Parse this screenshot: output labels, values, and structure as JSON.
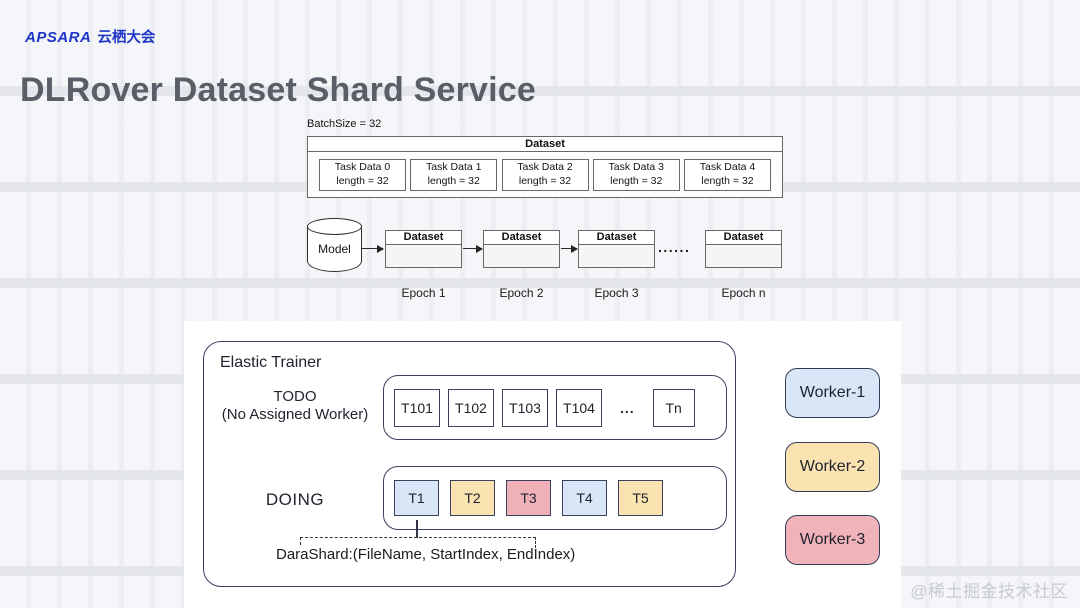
{
  "logo": {
    "apsara": "APSARA",
    "conference": "云栖大会"
  },
  "title": "DLRover Dataset Shard Service",
  "dataset_overview": {
    "batch_size_label": "BatchSize = 32",
    "container_title": "Dataset",
    "tasks": [
      {
        "name": "Task Data 0",
        "length": "length = 32"
      },
      {
        "name": "Task Data 1",
        "length": "length = 32"
      },
      {
        "name": "Task Data 2",
        "length": "length = 32"
      },
      {
        "name": "Task Data 3",
        "length": "length = 32"
      },
      {
        "name": "Task Data 4",
        "length": "length = 32"
      }
    ]
  },
  "epoch_flow": {
    "model_label": "Model",
    "dataset_label": "Dataset",
    "ellipsis": "......",
    "epochs": [
      "Epoch 1",
      "Epoch 2",
      "Epoch 3",
      "Epoch n"
    ]
  },
  "elastic_trainer": {
    "title": "Elastic Trainer",
    "todo_label_line1": "TODO",
    "todo_label_line2": "(No Assigned Worker)",
    "todo_tasks": [
      "T101",
      "T102",
      "T103",
      "T104"
    ],
    "todo_ellipsis": "...",
    "todo_last_task": "Tn",
    "doing_label": "DOING",
    "doing_tasks": [
      {
        "label": "T1",
        "color": "#d9e6f8"
      },
      {
        "label": "T2",
        "color": "#fbe2b1"
      },
      {
        "label": "T3",
        "color": "#f0b0b7"
      },
      {
        "label": "T4",
        "color": "#d9e6f8"
      },
      {
        "label": "T5",
        "color": "#fbe2b1"
      }
    ],
    "shard_annotation": "DaraShard:(FileName, StartIndex, EndIndex)"
  },
  "workers": [
    {
      "label": "Worker-1",
      "color": "#d9e6f8"
    },
    {
      "label": "Worker-2",
      "color": "#fbe2b1"
    },
    {
      "label": "Worker-3",
      "color": "#f0b3ba"
    }
  ],
  "watermark": "@稀土掘金技术社区",
  "colors": {
    "logo_blue": "#1e35c8",
    "title_gray": "#5a5f67",
    "diagram_border_navy": "#39415e",
    "task_blue": "#d9e6f8",
    "task_amber": "#fbe2b1",
    "task_pink": "#f0b0b7",
    "background": "#eef0f3"
  }
}
